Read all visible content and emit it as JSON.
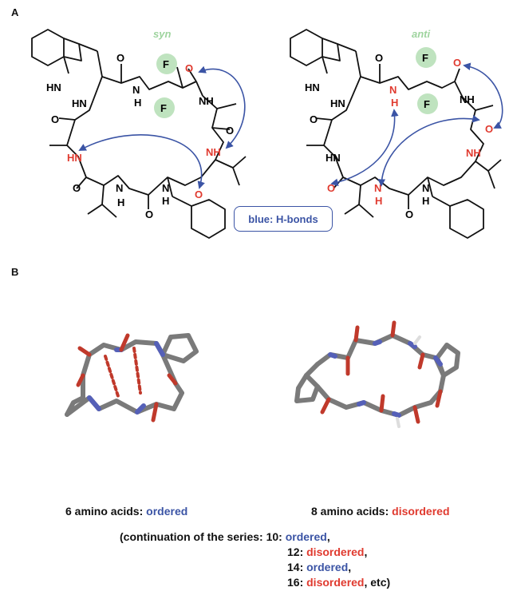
{
  "panels": {
    "a": "A",
    "b": "B"
  },
  "labels": {
    "syn": "syn",
    "anti": "anti",
    "F": "F",
    "NH": "NH",
    "HN": "HN",
    "N": "N",
    "H": "H",
    "O": "O"
  },
  "legend": "blue: H-bonds",
  "captions": {
    "six_prefix": "6 amino acids: ",
    "six_status": "ordered",
    "eight_prefix": "8 amino acids: ",
    "eight_status": "disordered"
  },
  "series": {
    "intro": "(continuation of the series: ",
    "rows": [
      {
        "n": "10: ",
        "status": "ordered",
        "tail": ","
      },
      {
        "n": "12: ",
        "status": "disordered",
        "tail": ","
      },
      {
        "n": "14: ",
        "status": "ordered",
        "tail": ","
      },
      {
        "n": "16: ",
        "status": "disordered",
        "tail": ", etc)"
      }
    ]
  },
  "colors": {
    "hbond": "#3b54a5",
    "heteroatom_red": "#e03a2f",
    "fluorine_highlight": "#bfe3bf",
    "stereo_label": "#9fd49f",
    "stick_carbon": "#7a7a7a",
    "stick_nitrogen": "#5560b8",
    "stick_oxygen": "#c0392b"
  }
}
